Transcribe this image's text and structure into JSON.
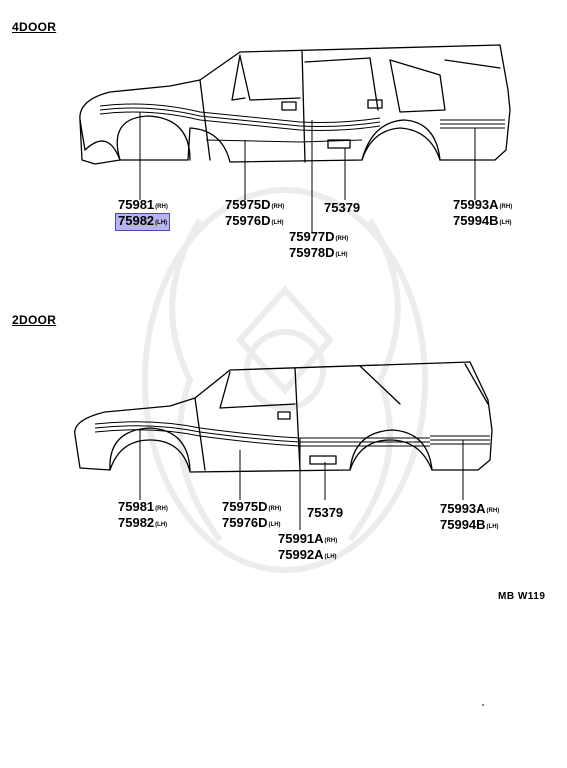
{
  "sections": [
    {
      "title": "4DOOR",
      "callouts": [
        {
          "id": "front-fender",
          "rows": [
            {
              "part": "75981",
              "side": "(RH)"
            },
            {
              "part": "75982",
              "side": "(LH)",
              "highlight": true
            }
          ]
        },
        {
          "id": "front-door",
          "rows": [
            {
              "part": "75975D",
              "side": "(RH)"
            },
            {
              "part": "75976D",
              "side": "(LH)"
            }
          ]
        },
        {
          "id": "emblem",
          "rows": [
            {
              "part": "75379",
              "side": ""
            }
          ]
        },
        {
          "id": "rear-door",
          "rows": [
            {
              "part": "75977D",
              "side": "(RH)"
            },
            {
              "part": "75978D",
              "side": "(LH)"
            }
          ]
        },
        {
          "id": "quarter",
          "rows": [
            {
              "part": "75993A",
              "side": "(RH)"
            },
            {
              "part": "75994B",
              "side": "(LH)"
            }
          ]
        }
      ]
    },
    {
      "title": "2DOOR",
      "callouts": [
        {
          "id": "front-fender",
          "rows": [
            {
              "part": "75981",
              "side": "(RH)"
            },
            {
              "part": "75982",
              "side": "(LH)"
            }
          ]
        },
        {
          "id": "front-door",
          "rows": [
            {
              "part": "75975D",
              "side": "(RH)"
            },
            {
              "part": "75976D",
              "side": "(LH)"
            }
          ]
        },
        {
          "id": "emblem",
          "rows": [
            {
              "part": "75379",
              "side": ""
            }
          ]
        },
        {
          "id": "body-side",
          "rows": [
            {
              "part": "75991A",
              "side": "(RH)"
            },
            {
              "part": "75992A",
              "side": "(LH)"
            }
          ]
        },
        {
          "id": "quarter",
          "rows": [
            {
              "part": "75993A",
              "side": "(RH)"
            },
            {
              "part": "75994B",
              "side": "(LH)"
            }
          ]
        }
      ]
    }
  ],
  "diagram_code": "MB W119",
  "colors": {
    "highlight_fill": "#b7b4ef",
    "highlight_border": "#4b48b8",
    "line": "#000000",
    "watermark": "#ececec"
  }
}
